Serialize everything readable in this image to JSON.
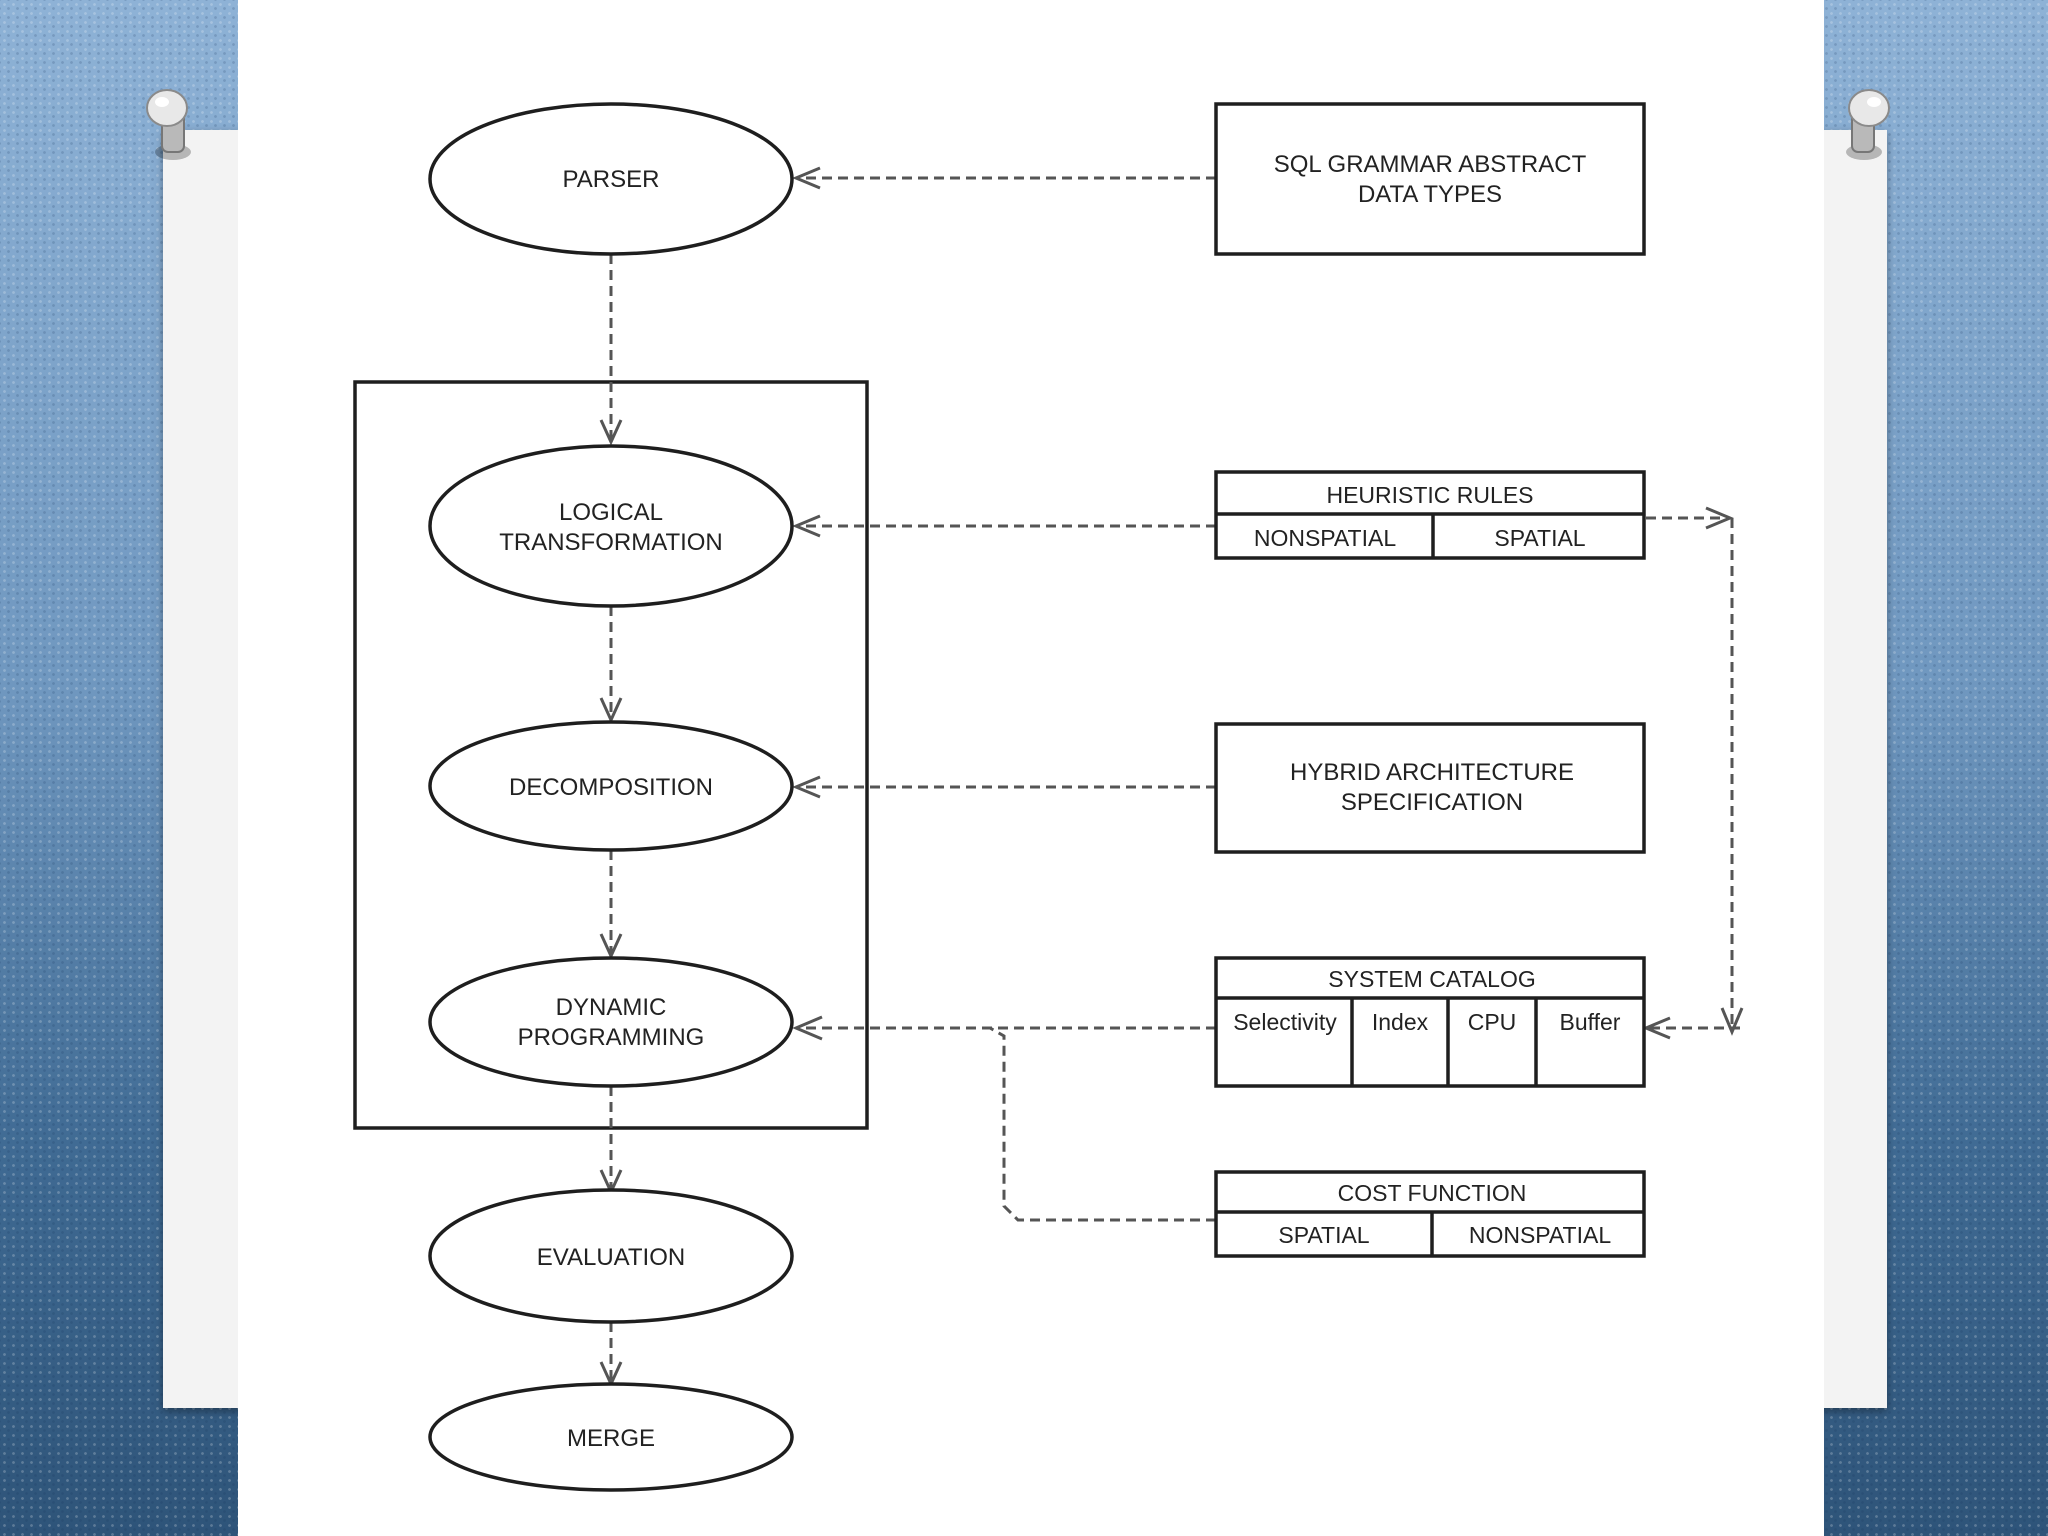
{
  "nodes": {
    "parser": "PARSER",
    "logical_transformation": [
      "LOGICAL",
      "TRANSFORMATION"
    ],
    "decomposition": "DECOMPOSITION",
    "dynamic_programming": [
      "DYNAMIC",
      "PROGRAMMING"
    ],
    "evaluation": "EVALUATION",
    "merge": "MERGE"
  },
  "boxes": {
    "sql_grammar": [
      "SQL GRAMMAR ABSTRACT",
      "DATA TYPES"
    ],
    "heuristic_rules": {
      "title": "HEURISTIC RULES",
      "cells": [
        "NONSPATIAL",
        "SPATIAL"
      ]
    },
    "hybrid_architecture": [
      "HYBRID ARCHITECTURE",
      "SPECIFICATION"
    ],
    "system_catalog": {
      "title": "SYSTEM CATALOG",
      "cells": [
        "Selectivity",
        "Index",
        "CPU",
        "Buffer"
      ]
    },
    "cost_function": {
      "title": "COST FUNCTION",
      "cells": [
        "SPATIAL",
        "NONSPATIAL"
      ]
    }
  },
  "colors": {
    "stroke": "#1e1e1e",
    "connector": "#555555",
    "background": "#7b9fc4"
  }
}
